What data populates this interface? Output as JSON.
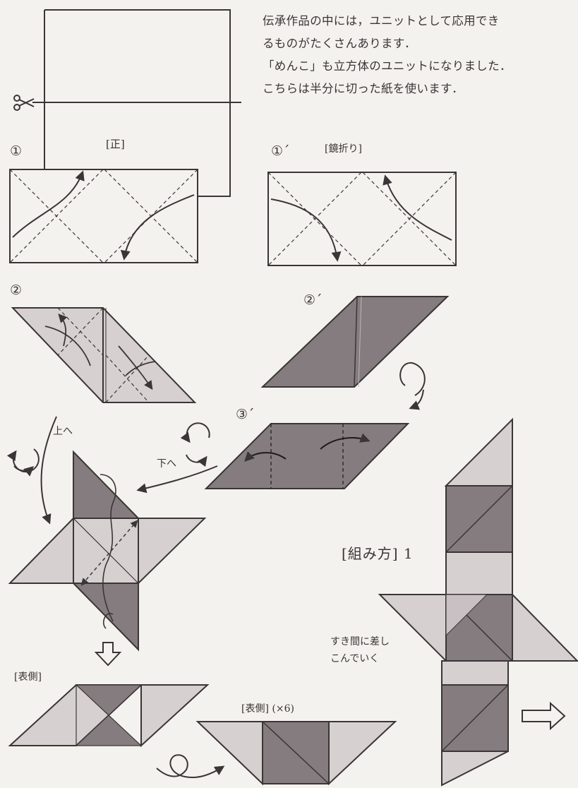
{
  "intro_lines": [
    "伝承作品の中には，ユニットとして応用でき",
    "るものがたくさんあります．",
    "「めんこ」も立方体のユニットになりました．",
    "こちらは半分に切った紙を使います．"
  ],
  "labels": {
    "front": "[正]",
    "mirror": "[鏡折り]",
    "up": "上へ",
    "down": "下へ",
    "assembly": "[組み方]",
    "assembly_num": "1",
    "insert_line1": "すき間に差し",
    "insert_line2": "こんでいく",
    "outer_side": "[表側]",
    "outer_side_x6": "[表側] (×6)"
  },
  "steps": {
    "s1": "①",
    "s1p": "①´",
    "s2": "②",
    "s2p": "②´",
    "s3p": "③´"
  },
  "colors": {
    "paper_light": "#d6d0d1",
    "paper_mid": "#c8c0c2",
    "paper_dark": "#857c7f",
    "line": "#3a3536"
  },
  "icons": [
    "scissors-icon",
    "rotate-icon",
    "hollow-arrow-down-icon",
    "hollow-arrow-right-icon",
    "flip-arrow-icon"
  ]
}
